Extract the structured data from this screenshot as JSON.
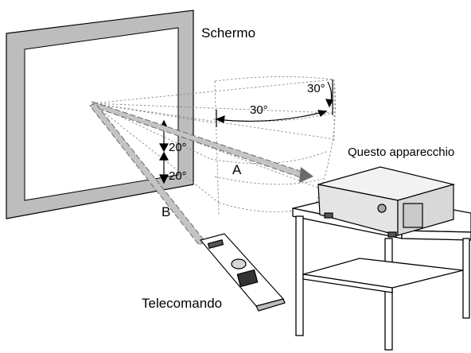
{
  "labels": {
    "screen": "Schermo",
    "projector": "Questo apparecchio",
    "remote": "Telecomando",
    "path_a": "A",
    "path_b": "B"
  },
  "angles": {
    "horizontal_inner": "30°",
    "horizontal_outer": "30°",
    "vertical_upper": "20°",
    "vertical_lower": "20°"
  },
  "colors": {
    "screen_frame": "#b9b9b9",
    "screen_face": "#ffffff",
    "beam_fill": "#c4c4c4",
    "beam_stroke": "#6a6a6a",
    "projector_body": "#ececec",
    "line": "#000000"
  }
}
